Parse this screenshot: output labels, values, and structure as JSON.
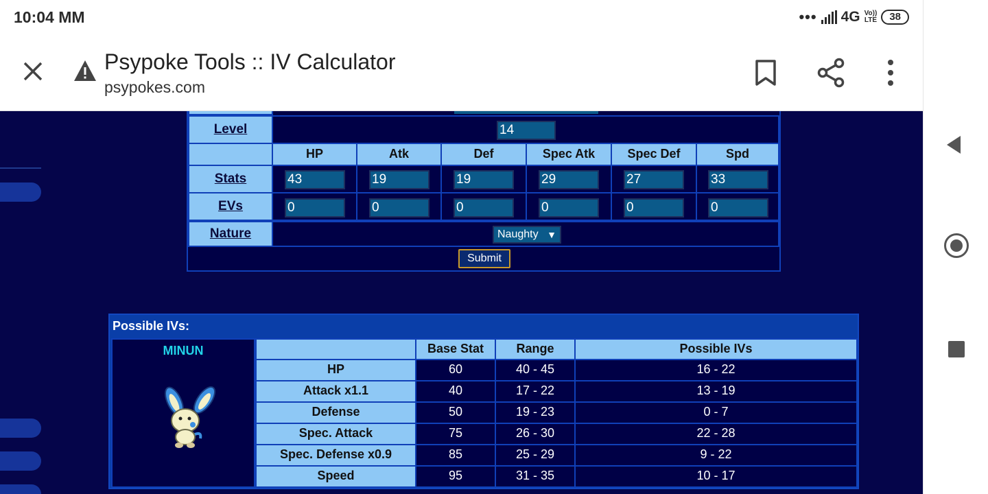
{
  "status_bar": {
    "time": "10:04 MM",
    "network": "4G",
    "volte_top": "Vo))",
    "volte_bottom": "LTE",
    "battery": "38"
  },
  "browser": {
    "title": "Psypoke Tools :: IV Calculator",
    "url": "psypokes.com"
  },
  "form": {
    "level_label": "Level",
    "level_value": "14",
    "stat_headers": [
      "HP",
      "Atk",
      "Def",
      "Spec Atk",
      "Spec Def",
      "Spd"
    ],
    "stats_label": "Stats",
    "stats_values": [
      "43",
      "19",
      "19",
      "29",
      "27",
      "33"
    ],
    "evs_label": "EVs",
    "evs_values": [
      "0",
      "0",
      "0",
      "0",
      "0",
      "0"
    ],
    "nature_label": "Nature",
    "nature_value": "Naughty",
    "submit_label": "Submit"
  },
  "results": {
    "title": "Possible IVs:",
    "pokemon_name": "MINUN",
    "headers": [
      "",
      "Base Stat",
      "Range",
      "Possible IVs"
    ],
    "rows": [
      {
        "stat": "HP",
        "base": "60",
        "range": "40 - 45",
        "ivs": "16 - 22"
      },
      {
        "stat": "Attack x1.1",
        "base": "40",
        "range": "17 - 22",
        "ivs": "13 - 19"
      },
      {
        "stat": "Defense",
        "base": "50",
        "range": "19 - 23",
        "ivs": "0 - 7"
      },
      {
        "stat": "Spec. Attack",
        "base": "75",
        "range": "26 - 30",
        "ivs": "22 - 28"
      },
      {
        "stat": "Spec. Defense x0.9",
        "base": "85",
        "range": "25 - 29",
        "ivs": "9 - 22"
      },
      {
        "stat": "Speed",
        "base": "95",
        "range": "31 - 35",
        "ivs": "10 - 17"
      }
    ]
  },
  "colors": {
    "page_bg": "#05054a",
    "header_cell": "#8ec8f5",
    "input_bg": "#0b5a8a",
    "table_border": "#1040b8",
    "pokemon_name": "#22d3e8"
  },
  "icons": [
    "close-icon",
    "warning-icon",
    "bookmark-icon",
    "share-icon",
    "more-vert-icon",
    "back-icon",
    "home-icon",
    "recents-icon"
  ]
}
